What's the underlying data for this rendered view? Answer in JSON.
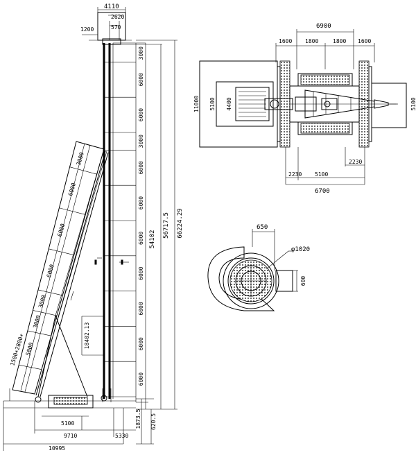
{
  "side_view": {
    "top_head": {
      "width": "4110",
      "inner": "2620",
      "sheave": "570",
      "offset": "1200"
    },
    "mast_segments": [
      "3000",
      "6000",
      "6000",
      "3000",
      "6000",
      "6000",
      "6000",
      "6000",
      "6000",
      "6000",
      "6000"
    ],
    "overall_dims": {
      "a": "54102",
      "b": "56717.5",
      "c": "66224.29"
    },
    "bottom_dims": {
      "a": "1873.5",
      "b": "620.5"
    },
    "base_dims": {
      "track": "5100",
      "body": "9710",
      "rear": "5330",
      "total": "10995"
    },
    "backstay": "18402.13",
    "boom_segments": [
      "3000",
      "6000",
      "6000",
      "6000",
      "3000",
      "3000",
      "5000"
    ],
    "boom_base": "1500+2800+"
  },
  "plan_view": {
    "top_total": "6900",
    "top_segments": [
      "1600",
      "1800",
      "1800",
      "1600"
    ],
    "left_height": "11000",
    "inner_height": "5100",
    "cab_height": "4400",
    "right_height": "5100",
    "bottom_a": "2230",
    "bottom_b": "5100",
    "bottom_c": "2230",
    "bottom_total": "6700"
  },
  "detail_view": {
    "offset": "650",
    "diameter": "φ1020",
    "height": "600"
  }
}
